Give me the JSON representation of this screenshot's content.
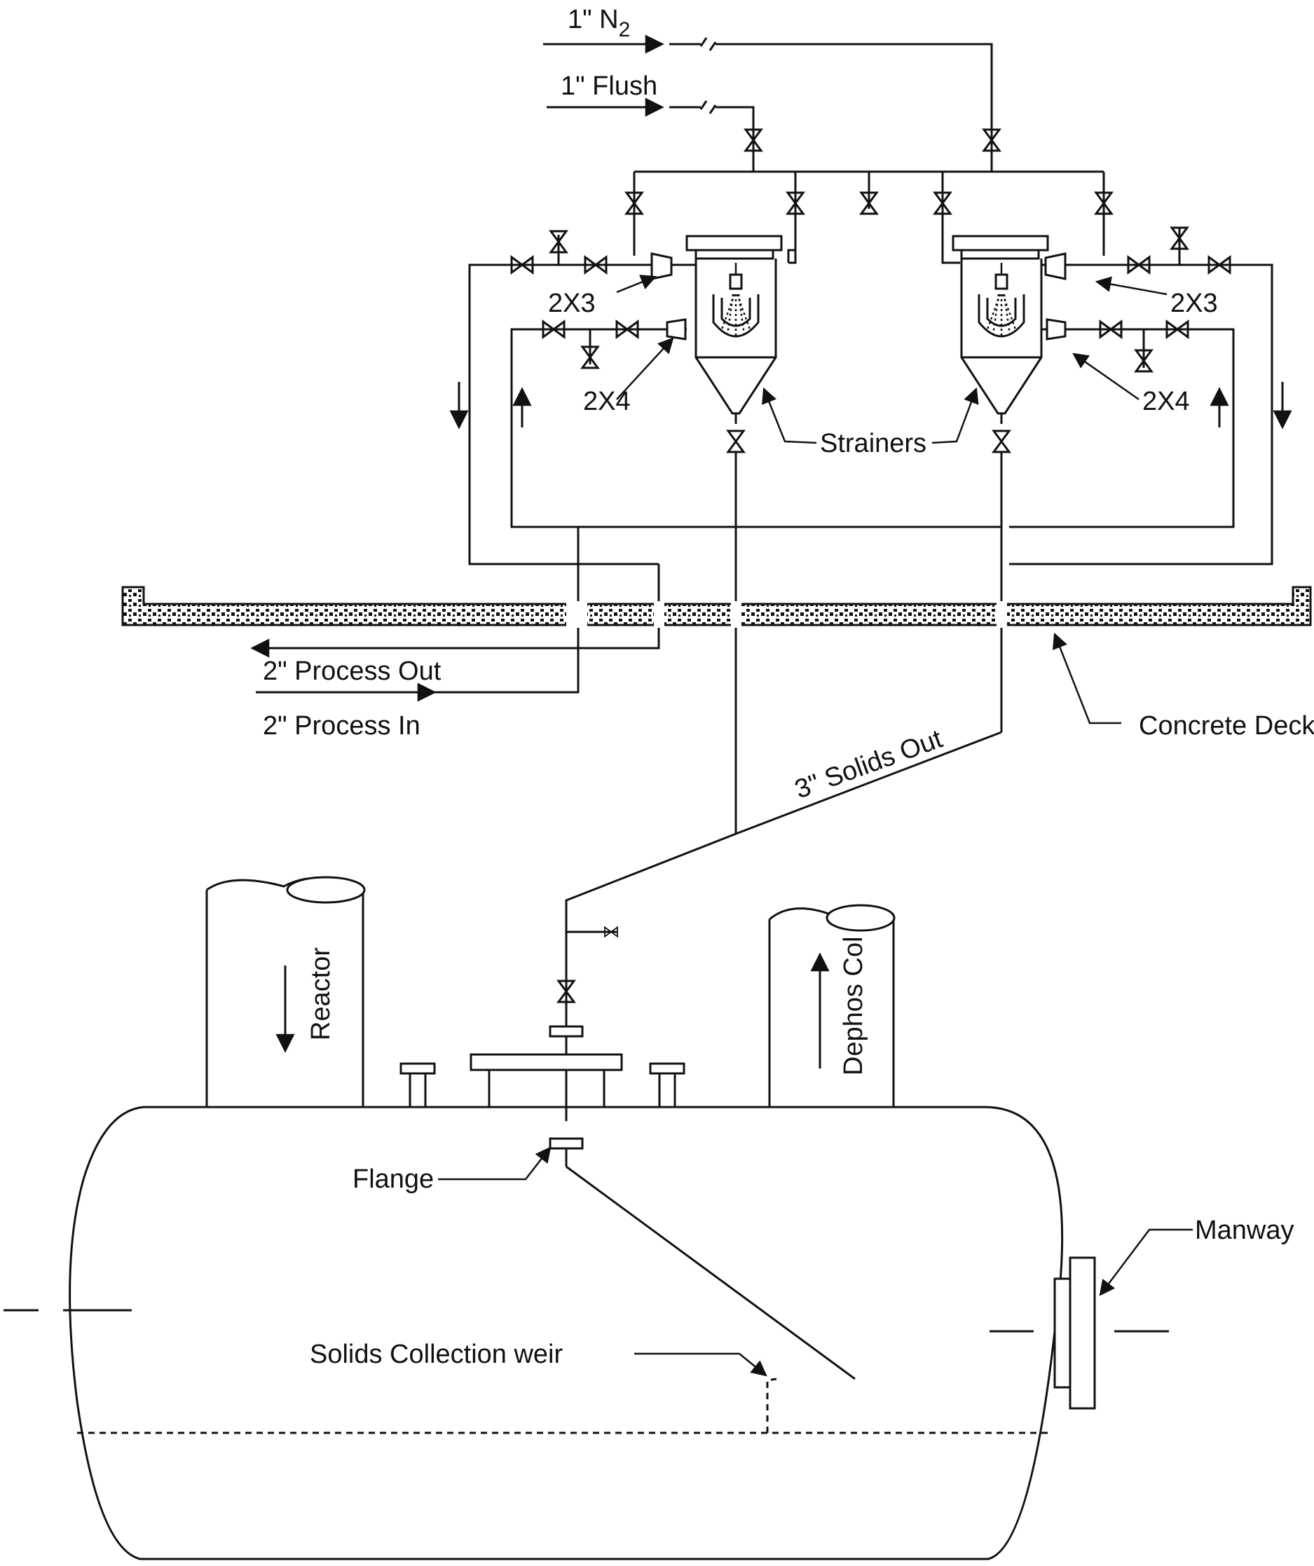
{
  "labels": {
    "n2_line": "1\" N",
    "n2_sub": "2",
    "flush_line": "1\" Flush",
    "reducer_left_top": "2X3",
    "reducer_left_bottom": "2X4",
    "reducer_right_top": "2X3",
    "reducer_right_bottom": "2X4",
    "strainers": "Strainers",
    "process_out": "2\" Process Out",
    "process_in": "2\" Process In",
    "concrete_deck": "Concrete Deck",
    "solids_out": "3\" Solids Out",
    "reactor": "Reactor",
    "dephos_col": "Dephos Col",
    "flange": "Flange",
    "manway": "Manway",
    "solids_weir": "Solids Collection weir"
  }
}
